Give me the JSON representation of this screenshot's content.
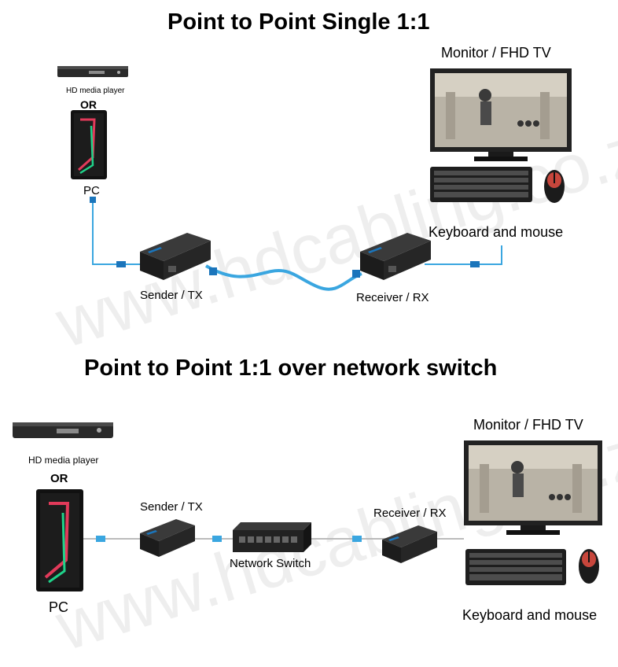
{
  "diagrams": [
    {
      "title": "Point to Point Single 1:1",
      "source_label": "HD media player",
      "or_label": "OR",
      "pc_label": "PC",
      "sender_label": "Sender / TX",
      "receiver_label": "Receiver / RX",
      "monitor_label": "Monitor / FHD TV",
      "kbm_label": "Keyboard and mouse"
    },
    {
      "title": "Point to Point 1:1 over network switch",
      "source_label": "HD media player",
      "or_label": "OR",
      "pc_label": "PC",
      "sender_label": "Sender / TX",
      "switch_label": "Network Switch",
      "receiver_label": "Receiver / RX",
      "monitor_label": "Monitor / FHD TV",
      "kbm_label": "Keyboard and mouse"
    }
  ],
  "watermark": "www.hdcabling.co.za",
  "colors": {
    "cable": "#3aa6e0",
    "device": "#1e1e1e",
    "accent": "#1b75bb",
    "monitor_frame": "#222222"
  }
}
